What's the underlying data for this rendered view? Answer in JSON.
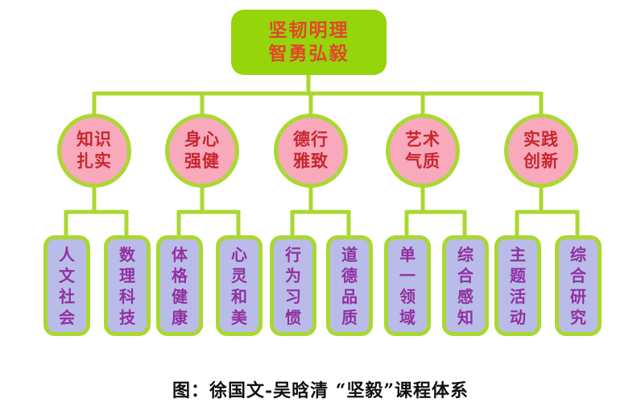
{
  "root": {
    "lines": [
      "坚韧明理",
      "智勇弘毅"
    ]
  },
  "branches": [
    {
      "circle": [
        "知识",
        "扎实"
      ],
      "leaves": [
        "人文社会",
        "数理科技"
      ]
    },
    {
      "circle": [
        "身心",
        "强健"
      ],
      "leaves": [
        "体格健康",
        "心灵和美"
      ]
    },
    {
      "circle": [
        "德行",
        "雅致"
      ],
      "leaves": [
        "行为习惯",
        "道德品质"
      ]
    },
    {
      "circle": [
        "艺术",
        "气质"
      ],
      "leaves": [
        "单一领域",
        "综合感知"
      ]
    },
    {
      "circle": [
        "实践",
        "创新"
      ],
      "leaves": [
        "主题活动",
        "综合研究"
      ]
    }
  ],
  "caption": "图：徐国文-吴晗清 “坚毅”课程体系",
  "colors": {
    "node_green": "#96d40c",
    "line_green": "#aad831",
    "circle_pink": "#f8a9bc",
    "leaf_lavender": "#b9bce9",
    "root_text_red": "#e2472a",
    "circle_text_red": "#c8262f",
    "leaf_text_purple": "#93309f",
    "caption_black": "#111111"
  }
}
